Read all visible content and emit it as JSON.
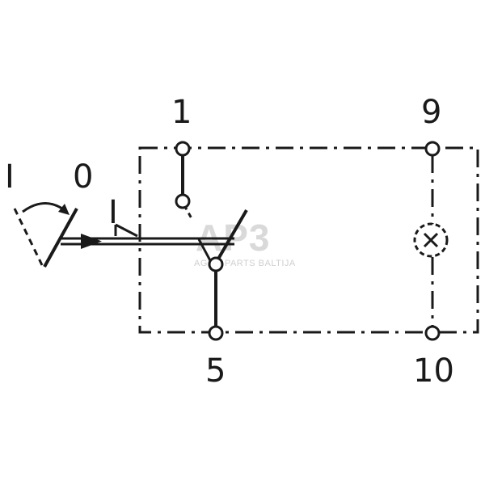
{
  "labels": {
    "pin1": "1",
    "pin9": "9",
    "pin5": "5",
    "pin10": "10",
    "pos_on": "I",
    "pos_off": "0",
    "inner_mark": "I"
  },
  "watermark": {
    "logo": "AP3",
    "subtitle": "AGRO PARTS BALTIJA"
  },
  "colors": {
    "line": "#1a1a1a",
    "watermark": "#d9d9d9",
    "background": "#ffffff"
  }
}
